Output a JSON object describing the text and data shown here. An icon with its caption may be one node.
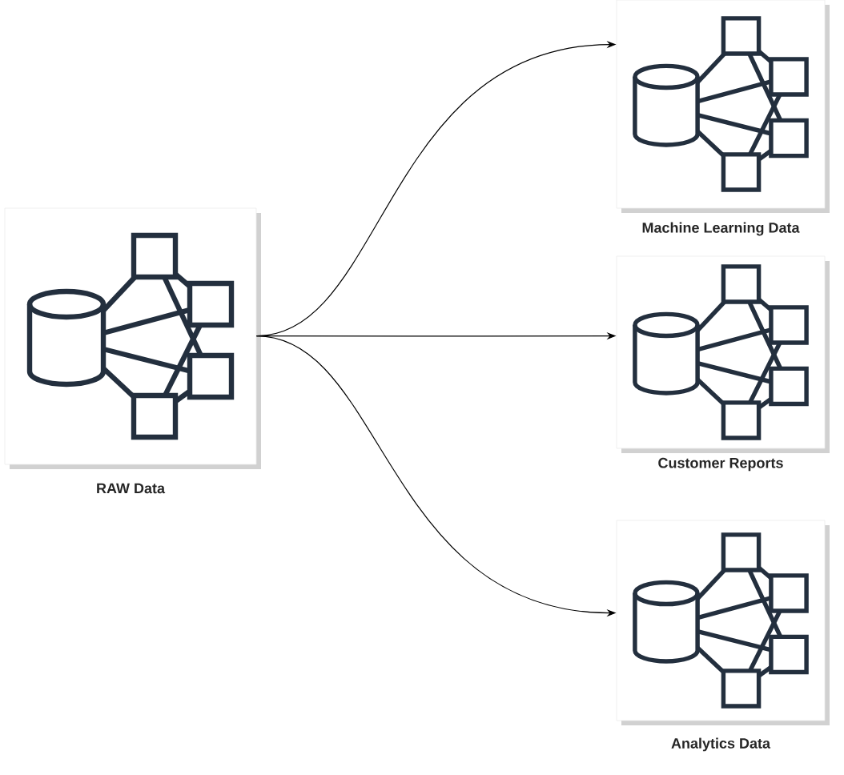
{
  "diagram": {
    "nodes": [
      {
        "text": [
          "RAW Data"
        ]
      },
      {
        "text": [
          "Machine Learning Data"
        ]
      },
      {
        "text": [
          "Customer Reports"
        ]
      },
      {
        "text": [
          "Analytics Data"
        ]
      }
    ],
    "edges": [
      {
        "from": 0,
        "to": 1,
        "arrow": "to"
      },
      {
        "from": 0,
        "to": 2,
        "arrow": "to"
      },
      {
        "from": 0,
        "to": 3,
        "arrow": "to"
      }
    ]
  }
}
